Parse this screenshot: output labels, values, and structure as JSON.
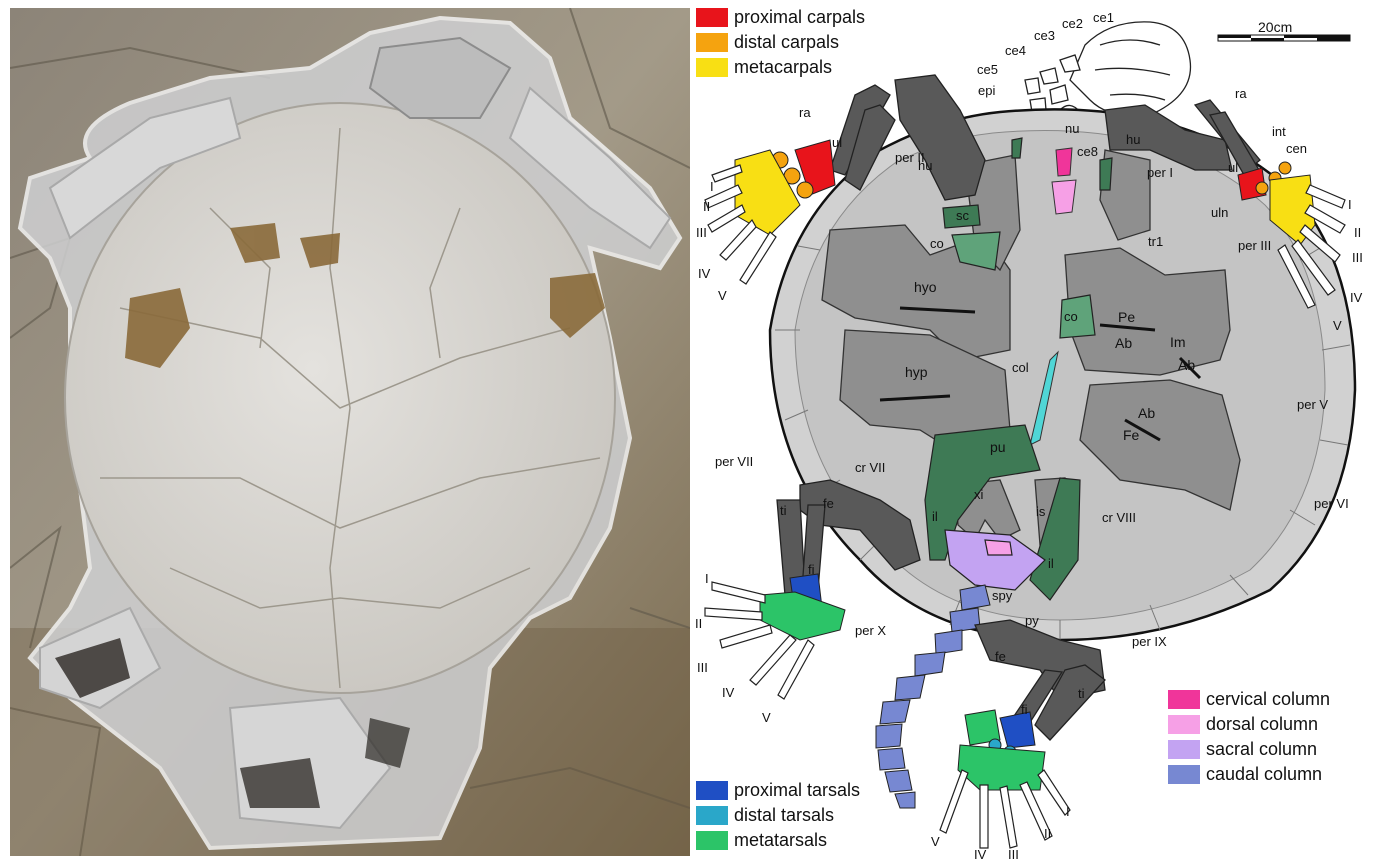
{
  "scale_bar": {
    "label": "20cm"
  },
  "legend_top": [
    {
      "label": "proximal carpals",
      "color": "#e8141b"
    },
    {
      "label": "distal carpals",
      "color": "#f5a30f"
    },
    {
      "label": "metacarpals",
      "color": "#f8df14"
    }
  ],
  "legend_bottom_left": [
    {
      "label": "proximal tarsals",
      "color": "#1f4fc4"
    },
    {
      "label": "distal tarsals",
      "color": "#2aa7c9"
    },
    {
      "label": "metatarsals",
      "color": "#2cc468"
    }
  ],
  "legend_bottom_right": [
    {
      "label": "cervical column",
      "color": "#f0359a"
    },
    {
      "label": "dorsal column",
      "color": "#f6a0e6"
    },
    {
      "label": "sacral column",
      "color": "#c3a3f2"
    },
    {
      "label": "caudal column",
      "color": "#7788d2"
    }
  ],
  "labels": {
    "ce1": "ce1",
    "ce2": "ce2",
    "ce3": "ce3",
    "ce4": "ce4",
    "ce5": "ce5",
    "epi": "epi",
    "nu": "nu",
    "ce8": "ce8",
    "ra_left": "ra",
    "ul_left": "ul",
    "hu_left": "hu",
    "per_II": "per II",
    "sc": "sc",
    "co_left": "co",
    "hyo": "hyo",
    "hyp": "hyp",
    "col": "col",
    "ra_right": "ra",
    "int": "int",
    "cen": "cen",
    "hu_right": "hu",
    "ul_right": "ul",
    "uln": "uln",
    "per_I": "per I",
    "tr1": "tr1",
    "per_III": "per III",
    "co_right": "co",
    "Pe": "Pe",
    "Ab_1": "Ab",
    "Im": "Im",
    "Ab_2": "Ab",
    "per_V": "per V",
    "Ab_3": "Ab",
    "Fe": "Fe",
    "pu": "pu",
    "per_VII": "per VII",
    "cr_VII": "cr VII",
    "fe_left": "fe",
    "ti_left": "ti",
    "fi_left": "fi",
    "xi": "xi",
    "il_left": "il",
    "is": "is",
    "il_right": "il",
    "cr_VIII": "cr VIII",
    "per_VI": "per VI",
    "spy": "spy",
    "py": "py",
    "per_X": "per X",
    "per_IX": "per IX",
    "fe_right": "fe",
    "ti_right": "ti",
    "fi_right": "fi"
  },
  "digits": {
    "manus_left": [
      "I",
      "II",
      "III",
      "IV",
      "V"
    ],
    "manus_right": [
      "I",
      "II",
      "III",
      "IV",
      "V"
    ],
    "pes_left": [
      "I",
      "II",
      "III",
      "IV",
      "V"
    ],
    "pes_right": [
      "V",
      "IV",
      "III",
      "II",
      "I"
    ]
  },
  "colors": {
    "shell": "#d1d1d1",
    "plastron": "#8f8f8f",
    "limb_bone": "#595959",
    "girdle": "#3e7a55",
    "girdle_light": "#5fa37a",
    "trunk_column": "#50d6d6"
  }
}
